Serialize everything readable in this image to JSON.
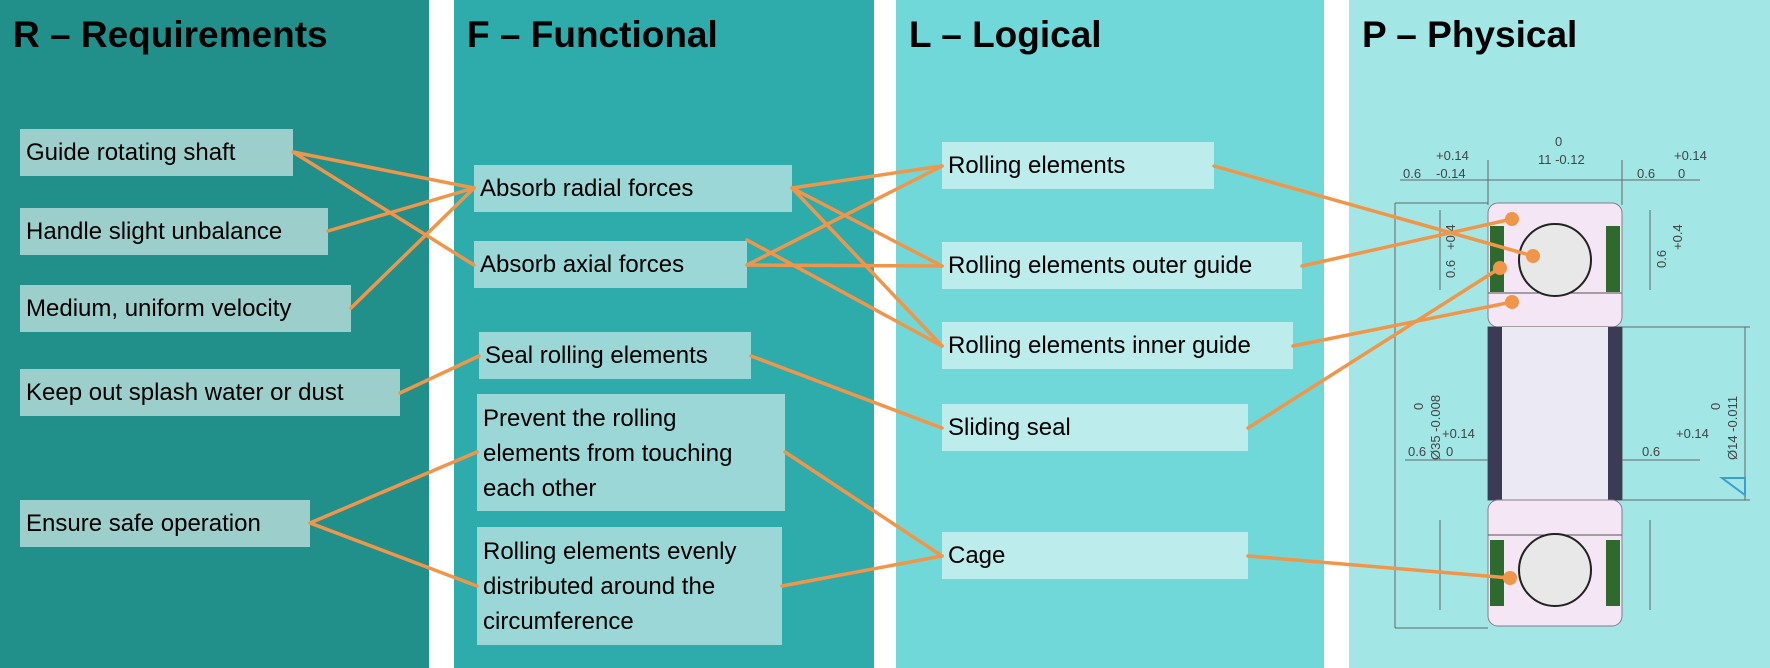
{
  "columns": {
    "r_title": "R – Requirements",
    "f_title": "F – Functional",
    "l_title": "L – Logical",
    "p_title": "P – Physical"
  },
  "requirements": [
    "Guide rotating shaft",
    "Handle slight unbalance",
    "Medium, uniform velocity",
    "Keep out splash water or dust",
    "Ensure safe operation"
  ],
  "functional": [
    "Absorb radial forces",
    "Absorb axial forces",
    "Seal rolling elements",
    "Prevent the rolling elements from touching each other",
    "Rolling elements evenly distributed around the circumference"
  ],
  "logical": [
    "Rolling elements",
    "Rolling elements outer guide",
    "Rolling elements inner guide",
    "Sliding seal",
    "Cage"
  ],
  "drawing": {
    "dim_top_left": "0.6",
    "dim_tol_a_hi": "+0.14",
    "dim_tol_a_lo": "-0.14",
    "dim_width_zero": "0",
    "dim_width": "11 -0.12",
    "dim_top_right": "0.6",
    "dim_tol_b_hi": "+0.14",
    "dim_tol_b_lo": "0",
    "dim_side_a": "0.6",
    "dim_side_a_tol": "+0.4",
    "dim_side_b": "0.6",
    "dim_side_b_tol": "+0.4",
    "dim_outer_diam": "Ø35 -0.008",
    "dim_outer_zero": "0",
    "dim_inner_diam": "Ø14 -0.011",
    "dim_inner_zero": "0",
    "dim_mid_left": "0.6",
    "dim_mid_left_tol": "+0.14",
    "dim_mid_right": "0.6",
    "dim_mid_right_tol": "+0.14",
    "dim_zero": "0"
  },
  "colors": {
    "requirements_bg": "#21908b",
    "functional_bg": "#2eacac",
    "logical_bg": "#70d8d8",
    "physical_bg": "#a2e6e6",
    "connector": "#f0964a",
    "ring_fill": "#f4e6f4",
    "seal_green": "#2e6a2e"
  }
}
